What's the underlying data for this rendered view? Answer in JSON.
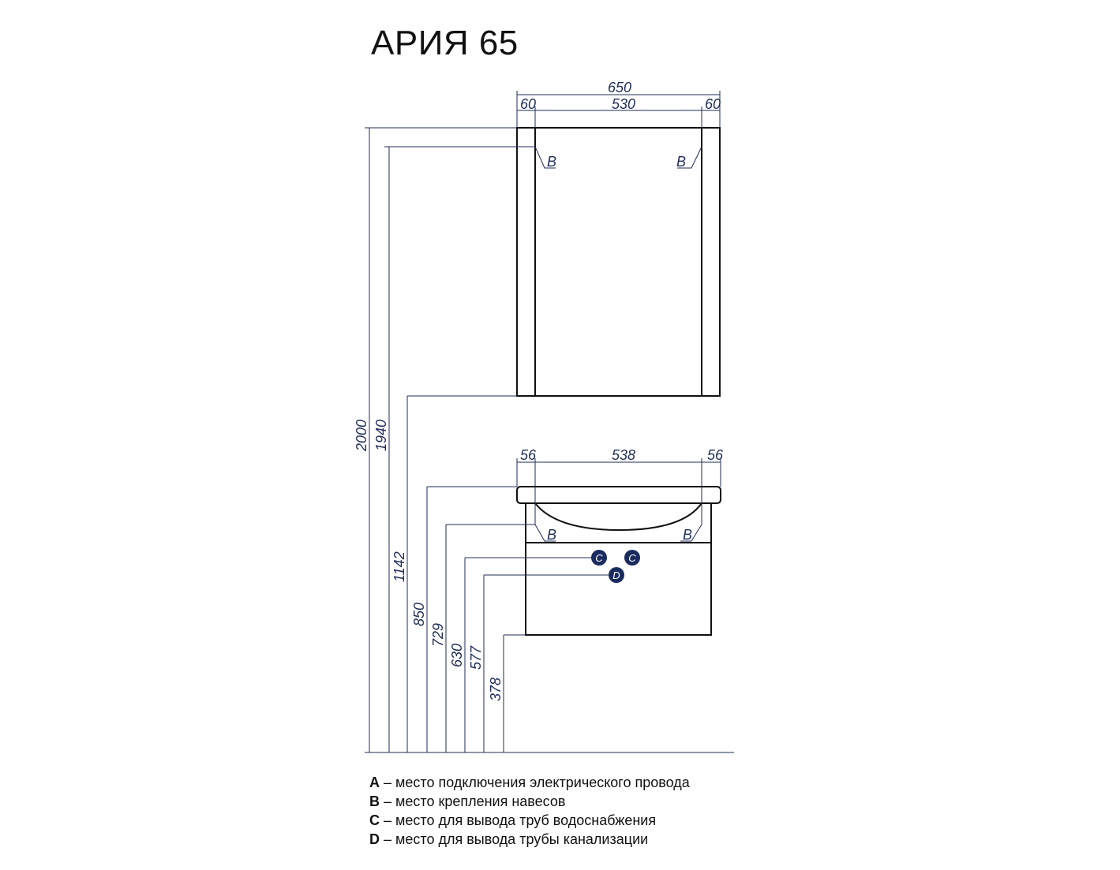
{
  "title": "АРИЯ 65",
  "mirror": {
    "width_total": "650",
    "side_left": "60",
    "center": "530",
    "side_right": "60",
    "marker_b": "B"
  },
  "cabinet": {
    "side_left": "56",
    "center": "538",
    "side_right": "56",
    "marker_b": "B",
    "marker_c": "C",
    "marker_d": "D"
  },
  "heights": [
    "2000",
    "1940",
    "1142",
    "850",
    "729",
    "630",
    "577",
    "378"
  ],
  "legend": [
    {
      "key": "A",
      "text": " – место подключения электрического провода"
    },
    {
      "key": "B",
      "text": " – место крепления навесов"
    },
    {
      "key": "C",
      "text": " – место для вывода труб водоснабжения"
    },
    {
      "key": "D",
      "text": " – место для вывода трубы канализации"
    }
  ],
  "colors": {
    "line": "#1f2d57",
    "outline": "#111111",
    "marker_fill": "#1a2b5e"
  }
}
